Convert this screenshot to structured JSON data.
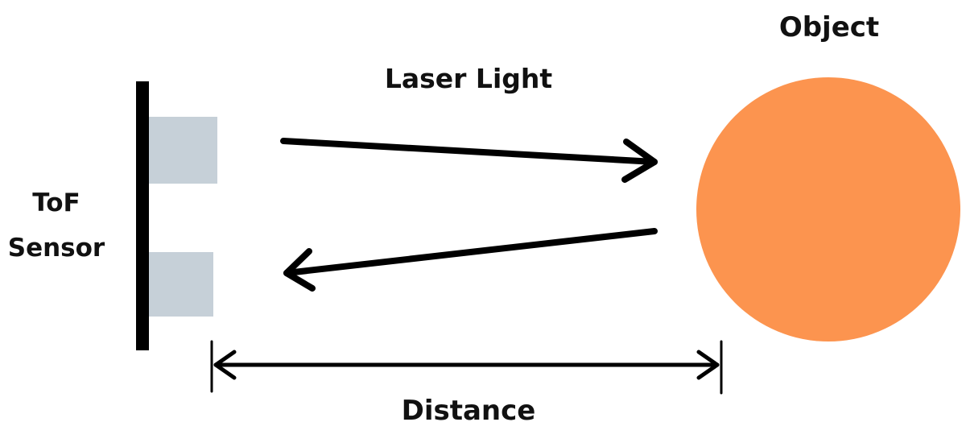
{
  "labels": {
    "object": "Object",
    "laser_light": "Laser Light",
    "sensor_line1": "ToF",
    "sensor_line2": "Sensor",
    "distance": "Distance"
  },
  "colors": {
    "object_fill": "#FC944F",
    "emitter_fill": "#C6D0D8",
    "stroke": "#000000",
    "text": "#111111",
    "background": "#FFFFFF"
  }
}
